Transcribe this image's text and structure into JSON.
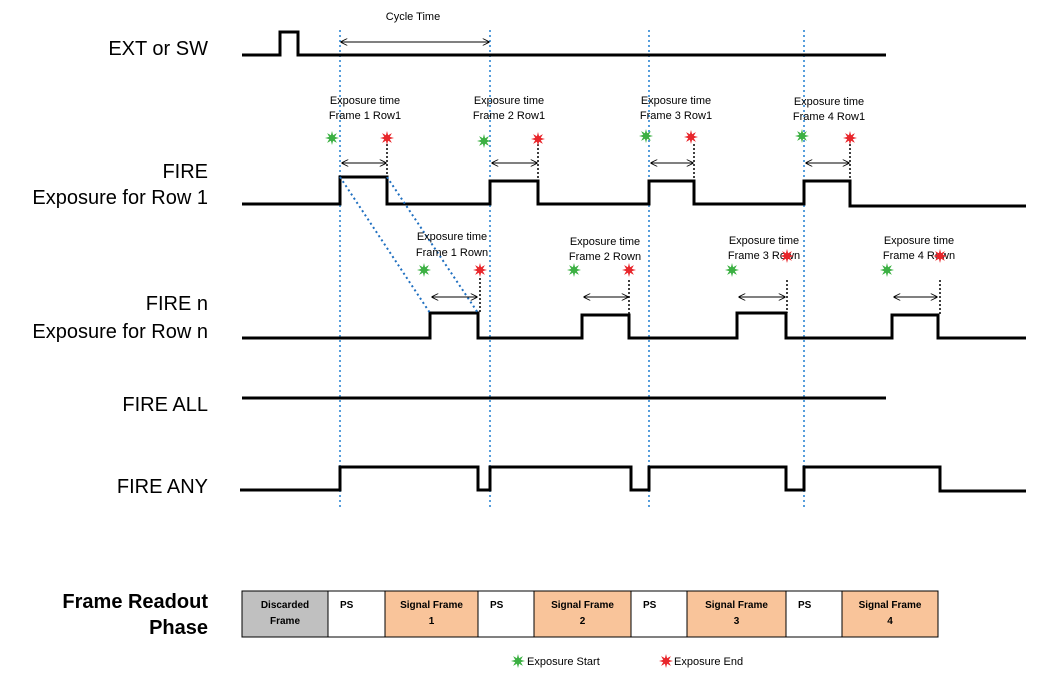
{
  "labels": {
    "ext_or_sw": "EXT or SW",
    "fire": "FIRE",
    "fire_row1": "Exposure for Row 1",
    "fire_n": "FIRE n",
    "fire_rown": "Exposure for Row n",
    "fire_all": "FIRE ALL",
    "fire_any": "FIRE ANY",
    "readout_line1": "Frame Readout",
    "readout_line2": "Phase"
  },
  "cycle_time": "Cycle Time",
  "row1_exposures": [
    {
      "line1": "Exposure time",
      "line2": "Frame 1 Row1"
    },
    {
      "line1": "Exposure time",
      "line2": "Frame 2 Row1"
    },
    {
      "line1": "Exposure time",
      "line2": "Frame 3 Row1"
    },
    {
      "line1": "Exposure time",
      "line2": "Frame 4 Row1"
    }
  ],
  "rown_exposures": [
    {
      "line1": "Exposure time",
      "line2": "Frame 1 Rown"
    },
    {
      "line1": "Exposure time",
      "line2": "Frame 2 Rown"
    },
    {
      "line1": "Exposure time",
      "line2": "Frame 3 Rown"
    },
    {
      "line1": "Exposure time",
      "line2": "Frame 4 Rown"
    }
  ],
  "readout_phases": [
    {
      "line1": "Discarded",
      "line2": "Frame",
      "kind": "discarded"
    },
    {
      "line1": "PS",
      "line2": "",
      "kind": "ps"
    },
    {
      "line1": "Signal Frame",
      "line2": "1",
      "kind": "signal"
    },
    {
      "line1": "PS",
      "line2": "",
      "kind": "ps"
    },
    {
      "line1": "Signal Frame",
      "line2": "2",
      "kind": "signal"
    },
    {
      "line1": "PS",
      "line2": "",
      "kind": "ps"
    },
    {
      "line1": "Signal Frame",
      "line2": "3",
      "kind": "signal"
    },
    {
      "line1": "PS",
      "line2": "",
      "kind": "ps"
    },
    {
      "line1": "Signal Frame",
      "line2": "4",
      "kind": "signal"
    }
  ],
  "legend": {
    "start": "Exposure Start",
    "end": "Exposure End"
  },
  "colors": {
    "start_marker": "#3cb043",
    "end_marker": "#e8262b",
    "discarded_fill": "#c0c0c0",
    "signal_fill": "#f9c49a",
    "ps_fill": "#ffffff",
    "sync_line": "#1e7fd0"
  }
}
